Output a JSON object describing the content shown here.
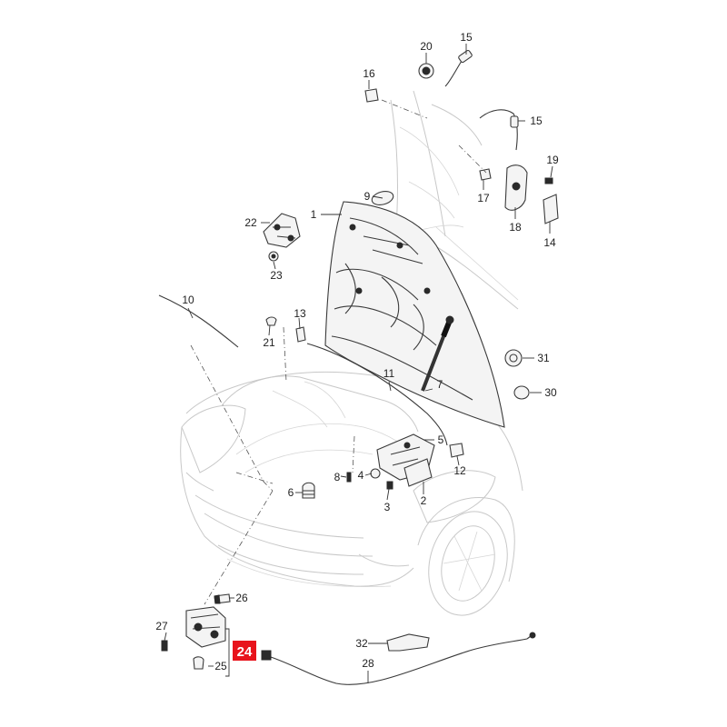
{
  "callouts": {
    "p1": "1",
    "p2": "2",
    "p3": "3",
    "p4": "4",
    "p5": "5",
    "p6": "6",
    "p7": "7",
    "p8": "8",
    "p9": "9",
    "p10": "10",
    "p11": "11",
    "p12": "12",
    "p13": "13",
    "p14": "14",
    "p15a": "15",
    "p15b": "15",
    "p16": "16",
    "p17": "17",
    "p18": "18",
    "p19": "19",
    "p20": "20",
    "p21": "21",
    "p22": "22",
    "p23": "23",
    "p24": "24",
    "p25": "25",
    "p26": "26",
    "p27": "27",
    "p28": "28",
    "p30": "30",
    "p31": "31",
    "p32": "32"
  },
  "highlight": {
    "label": "24",
    "color": "#e8141c"
  }
}
